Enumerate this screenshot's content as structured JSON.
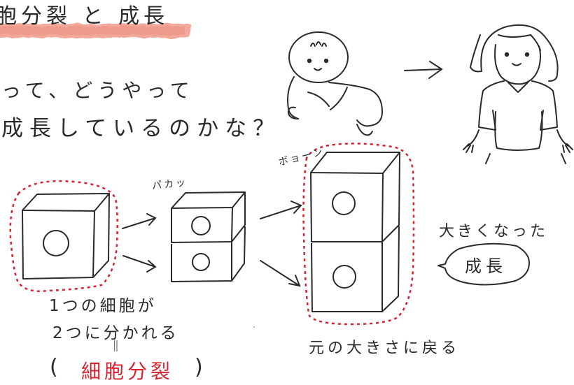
{
  "title": "胞分裂 と 成長",
  "question": {
    "line1": "って、どうやって",
    "line2": "成長しているのかな？"
  },
  "sounds": {
    "split": "パカッ",
    "grow": "ボョーン"
  },
  "result": {
    "bigger": "大きくなった",
    "growth": "成長"
  },
  "caption_split": {
    "line1": "1つの細胞が",
    "line2": "2つに分かれる",
    "equals": "||",
    "paren_open": "(",
    "term": "細胞分裂",
    "paren_close": ")"
  },
  "caption_restore": "元の大きさに戻る",
  "colors": {
    "ink": "#2a2a2a",
    "accent_red": "#d5232f",
    "highlight": "#f2a89a"
  }
}
